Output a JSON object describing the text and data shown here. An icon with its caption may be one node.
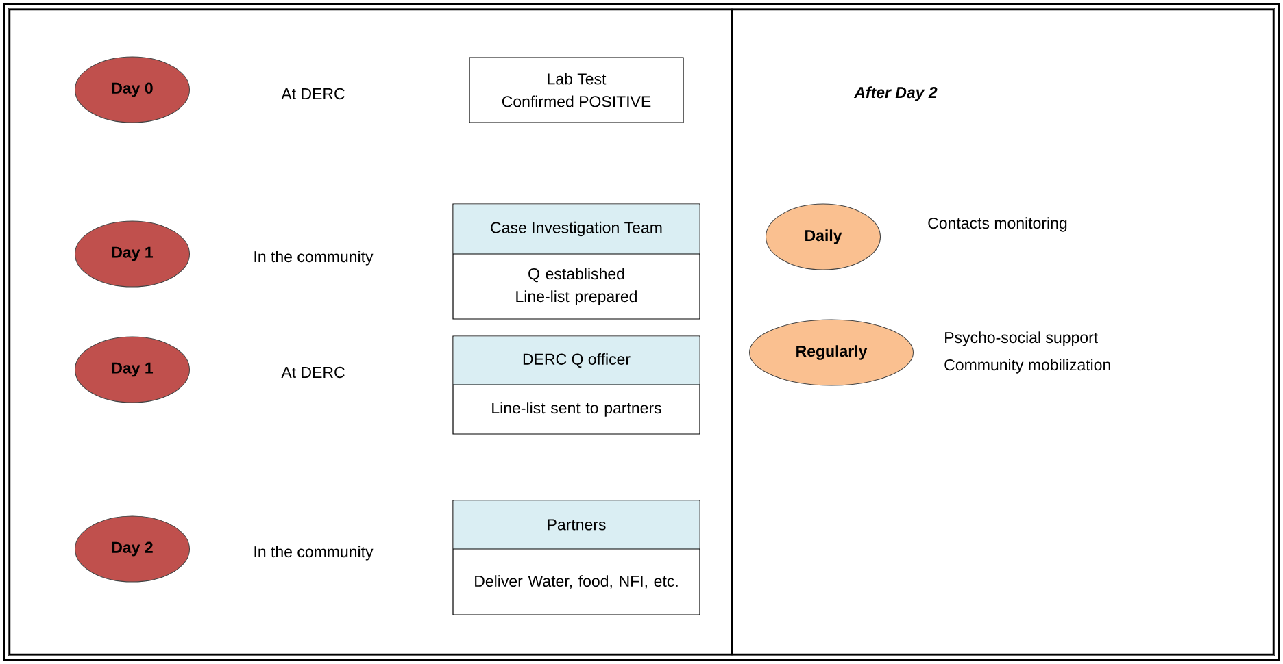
{
  "diagram": {
    "nodes": [
      {
        "text": [],
        "shape": "box"
      },
      {
        "text": [
          "After Day 2"
        ]
      },
      {
        "text": [
          "Day 0"
        ],
        "in": 0
      },
      {
        "text": [
          "Lab Test",
          "Confirmed POSITIVE"
        ],
        "in": 0
      },
      {
        "text": [
          "Day 1"
        ],
        "in": 0
      },
      {
        "text": [
          "Case Investigation Team",
          "Q established",
          "Line-list prepared"
        ],
        "in": 0
      },
      {
        "text": [
          "Day 1"
        ],
        "in": 0
      },
      {
        "text": [
          "DERC Q officer",
          "Line-list sent to partners"
        ],
        "in": 0
      },
      {
        "text": [
          "Day 2"
        ],
        "in": 0
      },
      {
        "text": [
          "Partners",
          "Deliver Water, food, NFI, etc."
        ],
        "in": 0
      },
      {
        "text": [
          "Daily"
        ],
        "in": 1
      },
      {
        "text": [
          "Regularly"
        ],
        "in": 1
      }
    ],
    "labels": [
      "At DERC",
      "In the community",
      "At DERC",
      "In the community",
      "Contacts monitoring",
      "Psycho-social support",
      "Community mobilization"
    ]
  }
}
